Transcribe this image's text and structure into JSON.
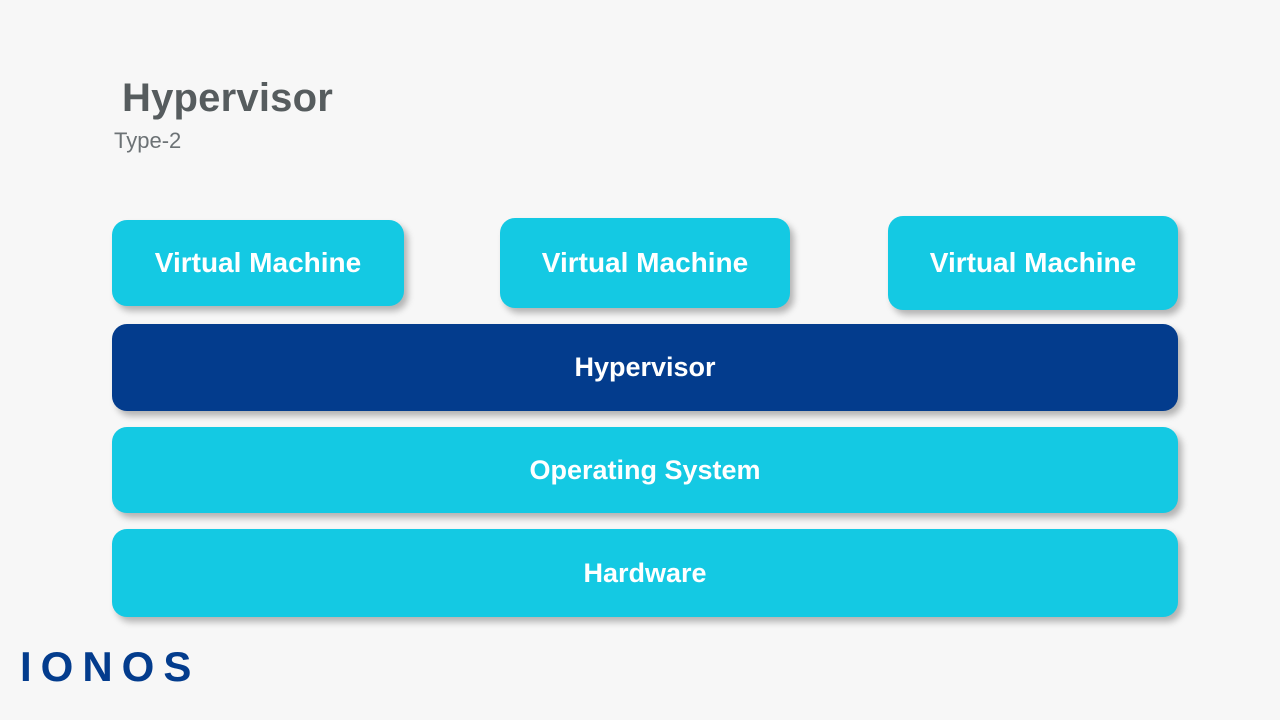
{
  "slide": {
    "background_color": "#f7f7f7",
    "heading": {
      "title": "Hypervisor",
      "subtitle": "Type-2"
    },
    "vm_row": [
      {
        "label": "Virtual Machine",
        "color": "#14c9e3"
      },
      {
        "label": "Virtual Machine",
        "color": "#14c9e3"
      },
      {
        "label": "Virtual Machine",
        "color": "#14c9e3"
      }
    ],
    "stack": [
      {
        "label": "Hypervisor",
        "color": "#033c8d"
      },
      {
        "label": "Operating System",
        "color": "#14c9e3"
      },
      {
        "label": "Hardware",
        "color": "#14c9e3"
      }
    ],
    "logo": {
      "text": "IONOS",
      "color": "#033c8d"
    },
    "colors": {
      "cyan": "#14c9e3",
      "navy": "#033c8d",
      "title_gray": "#565c5e",
      "subtitle_gray": "#6c7275",
      "label_white": "#ffffff"
    }
  }
}
